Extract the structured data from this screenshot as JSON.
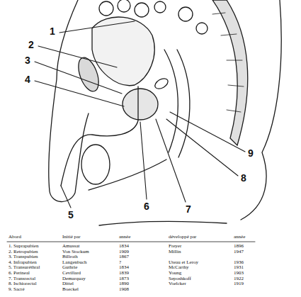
{
  "diagram": {
    "labels": [
      "1",
      "2",
      "3",
      "4",
      "5",
      "6",
      "7",
      "8",
      "9",
      "Abord",
      "Initié par",
      "année",
      "développé par",
      "année",
      "1. Suprapubien",
      "Amussat",
      "1834",
      "Freyer",
      "1896",
      "2. Retropubien",
      "Von Stockum",
      "1909",
      "Millin",
      "1947",
      "3. Transpubien",
      "Billroth",
      "1867",
      "4. Infrapubien",
      "Langenbuch",
      "?",
      "Uteau et Leroy",
      "1936",
      "5. Transuréthral",
      "Guthrie",
      "1834",
      "McCarthy",
      "1931",
      "6. Perineal",
      "Cevillard",
      "1839",
      "Young",
      "1903",
      "7. Transrectal",
      "Demarquay",
      "1873",
      "Seposhkoff",
      "1922",
      "8. Ischiorectal",
      "Dittel",
      "1890",
      "Voelcker",
      "1919",
      "9. Sacré",
      "Boeckel",
      "1908"
    ]
  }
}
